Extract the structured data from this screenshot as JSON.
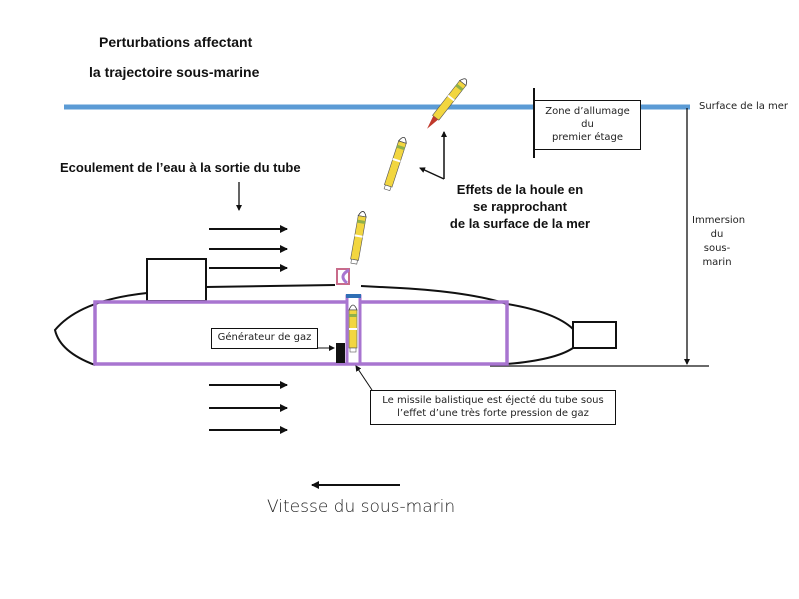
{
  "title": {
    "line1": "Perturbations affectant",
    "line2": "la trajectoire sous-marine"
  },
  "labels": {
    "sea_surface": "Surface de la mer",
    "ignition_zone": [
      "Zone d’allumage",
      "du",
      "premier étage"
    ],
    "swell_effects": [
      "Effets de la houle en",
      "se rapprochant",
      "de la surface de la mer"
    ],
    "water_flow": "Ecoulement de l’eau à la sortie du tube",
    "immersion": [
      "Immersion",
      "du",
      "sous-",
      "marin"
    ],
    "gas_generator": "Générateur de gaz",
    "ejection_note": [
      "Le missile balistique est éjecté du tube sous",
      "l’effet d’une très forte pression de gaz"
    ],
    "submarine_speed": "Vitesse du sous-marin"
  },
  "colors": {
    "sea_surface": "#5b9bd5",
    "hull_tube": "#a875d0",
    "missile_body": "#f2d640",
    "missile_band": "#8fb04a",
    "hatch": "#2f6fb5",
    "hatch_cover": "#c86b8a",
    "flame": "#c0392b",
    "outline": "#111111"
  }
}
